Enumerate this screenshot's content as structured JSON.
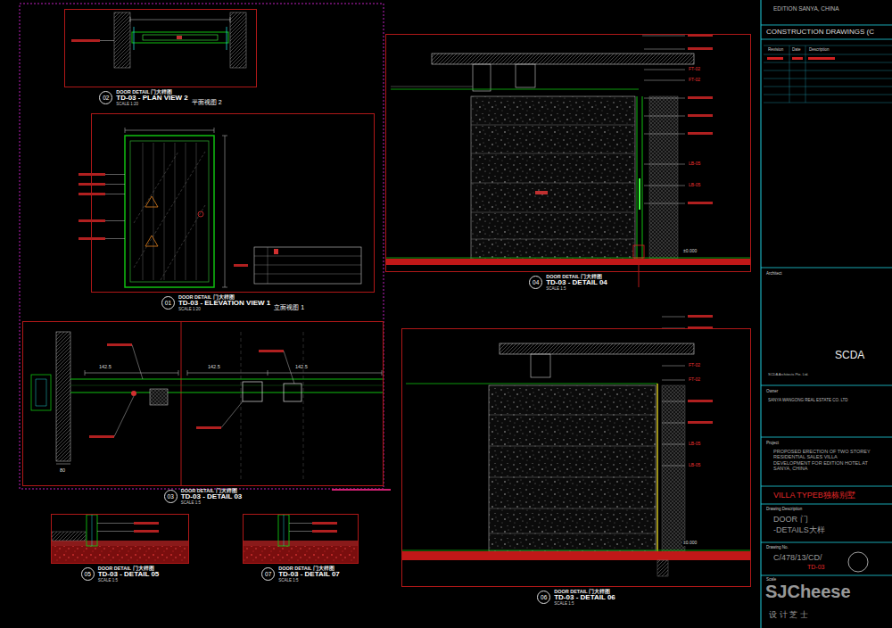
{
  "diagram": {
    "nodes": [
      {
        "text": [
          "02",
          "DOOR DETAIL 门大样图",
          "TD-03 - PLAN VIEW 2",
          "SCALE 1:20",
          "平面视图 2"
        ]
      },
      {
        "text": [
          "01",
          "DOOR DETAIL 门大样图",
          "TD-03 - ELEVATION VIEW 1",
          "SCALE 1:20",
          "立面视图 1"
        ]
      },
      {
        "text": [
          "03",
          "DOOR DETAIL 门大样图",
          "TD-03 - DETAIL 03",
          "SCALE 1:5"
        ]
      },
      {
        "text": [
          "05",
          "DOOR DETAIL 门大样图",
          "TD-03 - DETAIL 05",
          "SCALE 1:5"
        ]
      },
      {
        "text": [
          "07",
          "DOOR DETAIL 门大样图",
          "TD-03 - DETAIL 07",
          "SCALE 1:5"
        ]
      },
      {
        "text": [
          "04",
          "DOOR DETAIL 门大样图",
          "TD-03 - DETAIL 04",
          "SCALE 1:5"
        ]
      },
      {
        "text": [
          "06",
          "DOOR DETAIL 门大样图",
          "TD-03 - DETAIL 06",
          "SCALE 1:5"
        ]
      }
    ],
    "labels": [
      "EDITION SANYA, CHINA",
      "CONSTRUCTION DRAWINGS (C",
      "Revision",
      "Date",
      "Description",
      "Architect",
      "SCDA",
      "SCDA Architects Pte. Ltd.",
      "Owner",
      "SANYA WANGONG REAL ESTATE CO. LTD",
      "Project",
      "PROPOSED ERECTION OF TWO STOREY RESIDENTIAL SALES VILLA DEVELOPMENT FOR EDITION HOTEL AT SANYA, CHINA",
      "VILLA TYPEB独栋别墅",
      "Drawing Description",
      "DOOR 门",
      "-DETAILS大样",
      "Drawing No.",
      "C/478/13/CD/",
      "TD-03",
      "Scale",
      "SJCheese",
      "设 计 芝 士",
      "142.5",
      "142.5",
      "142.5",
      "80",
      "FT-02",
      "FT-02",
      "LB-05",
      "LB-05",
      "±0.000",
      "FT-02",
      "FT-02",
      "LB-05",
      "LB-05",
      "±0.000"
    ]
  }
}
